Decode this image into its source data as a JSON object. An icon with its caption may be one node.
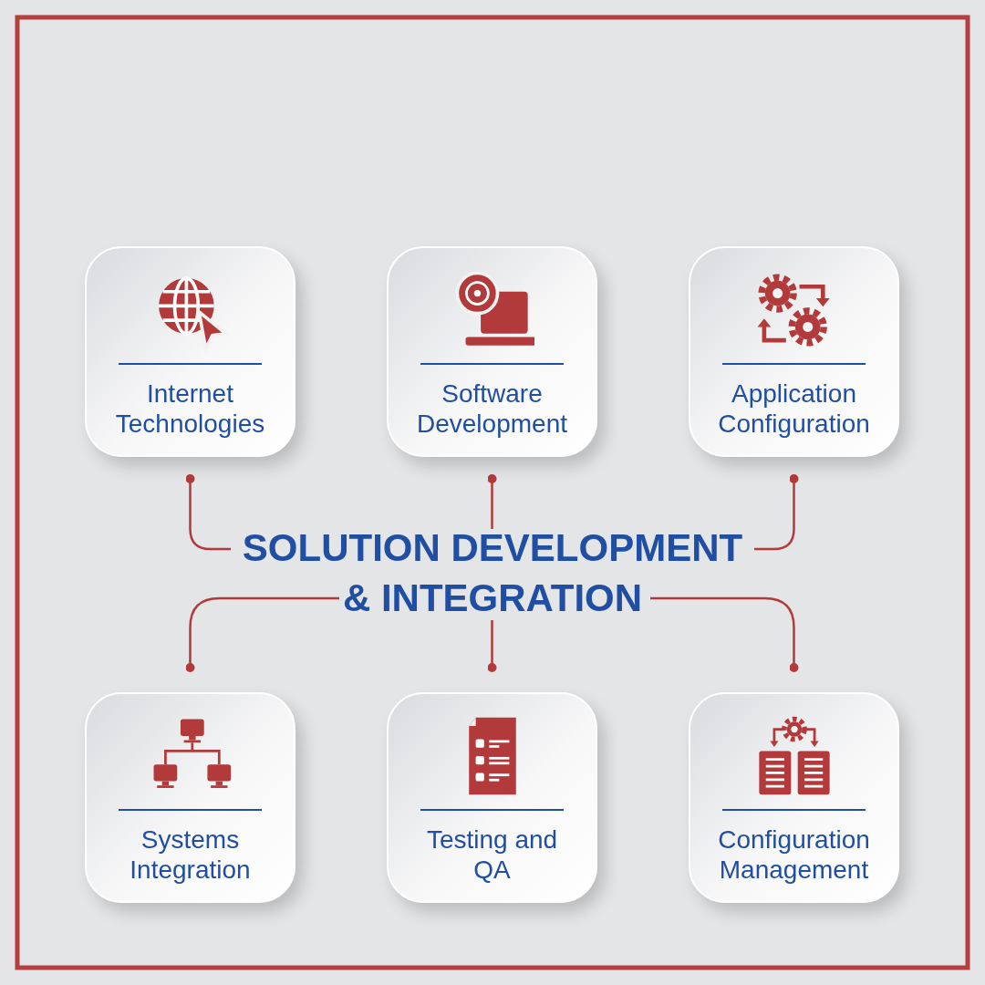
{
  "diagram": {
    "nodes": [
      {
        "text": [
          "SOLUTION DEVELOPMENT & INTEGRATION"
        ]
      },
      {
        "text": [
          "Internet Technologies"
        ]
      },
      {
        "text": [
          "Software Development"
        ]
      },
      {
        "text": [
          "Application Configuration"
        ]
      },
      {
        "text": [
          "Systems Integration"
        ]
      },
      {
        "text": [
          "Testing and QA"
        ]
      },
      {
        "text": [
          "Configuration Management"
        ]
      }
    ],
    "edges": [
      {
        "from": 0,
        "to": 1,
        "arrow": "other"
      },
      {
        "from": 0,
        "to": 2,
        "arrow": "other"
      },
      {
        "from": 0,
        "to": 3,
        "arrow": "other"
      },
      {
        "from": 0,
        "to": 4,
        "arrow": "other"
      },
      {
        "from": 0,
        "to": 5,
        "arrow": "other"
      },
      {
        "from": 0,
        "to": 6,
        "arrow": "other"
      }
    ]
  }
}
